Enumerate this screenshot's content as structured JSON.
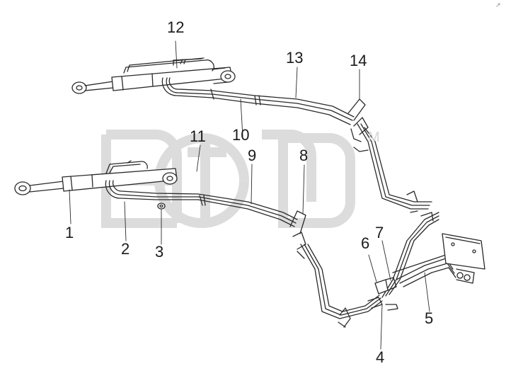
{
  "watermark": {
    "text": "atb",
    "trademark": "M"
  },
  "corner_mark": "↗",
  "callouts": [
    {
      "id": "1",
      "text": "1"
    },
    {
      "id": "2",
      "text": "2"
    },
    {
      "id": "3",
      "text": "3"
    },
    {
      "id": "4",
      "text": "4"
    },
    {
      "id": "5",
      "text": "5"
    },
    {
      "id": "6",
      "text": "6"
    },
    {
      "id": "7",
      "text": "7"
    },
    {
      "id": "8",
      "text": "8"
    },
    {
      "id": "9",
      "text": "9"
    },
    {
      "id": "10",
      "text": "10"
    },
    {
      "id": "11",
      "text": "11"
    },
    {
      "id": "12",
      "text": "12"
    },
    {
      "id": "13",
      "text": "13"
    },
    {
      "id": "14",
      "text": "14"
    }
  ],
  "colors": {
    "line": "#2a2a2a",
    "fill": "#ffffff",
    "watermark": "#d9d9d9"
  }
}
